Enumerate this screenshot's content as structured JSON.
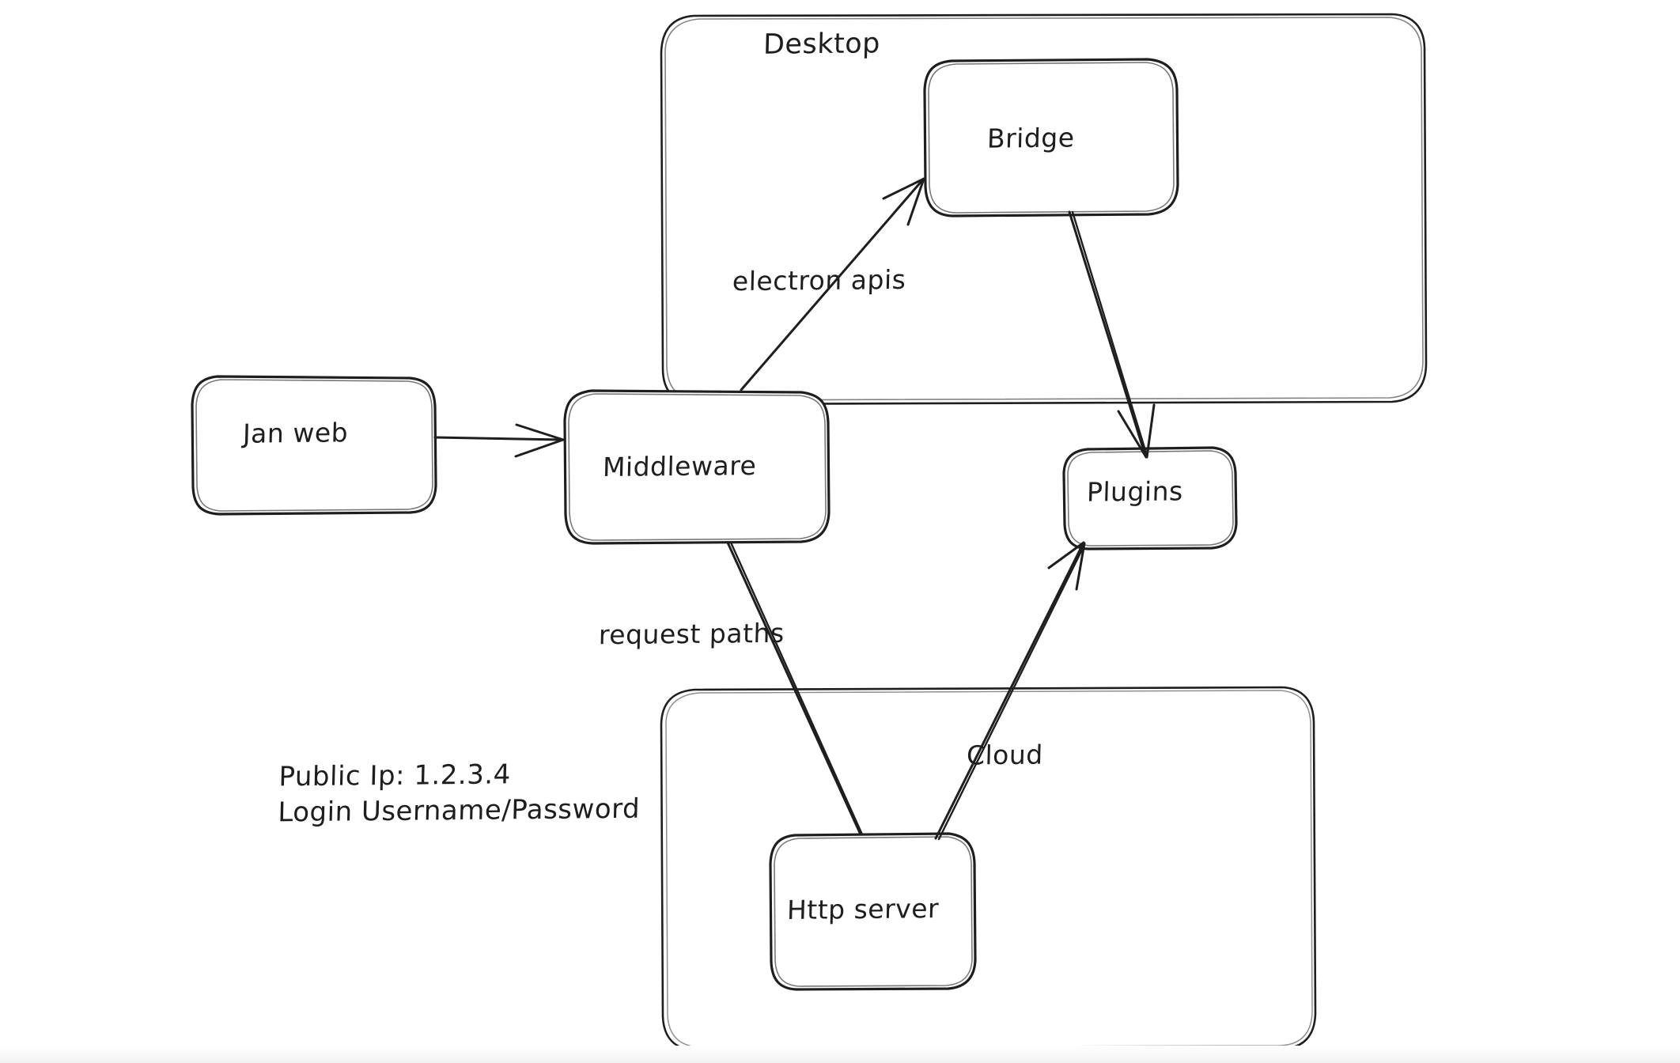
{
  "diagram": {
    "title": "Jan architecture flow",
    "background_color": "#ffffff",
    "stroke_color": "#1e1e1e",
    "groups": [
      {
        "id": "desktop",
        "label": "Desktop"
      },
      {
        "id": "cloud",
        "label": ""
      }
    ],
    "nodes": [
      {
        "id": "jan-web",
        "label": "Jan web"
      },
      {
        "id": "middleware",
        "label": "Middleware"
      },
      {
        "id": "bridge",
        "label": "Bridge"
      },
      {
        "id": "plugins",
        "label": "Plugins"
      },
      {
        "id": "http-server",
        "label": "Http server"
      }
    ],
    "edges": [
      {
        "id": "janweb-to-middleware",
        "label": "",
        "from": "jan-web",
        "to": "middleware",
        "arrow": true
      },
      {
        "id": "middleware-to-bridge",
        "label": "electron apis",
        "from": "middleware",
        "to": "bridge",
        "arrow": true
      },
      {
        "id": "bridge-to-plugins",
        "label": "",
        "from": "bridge",
        "to": "plugins",
        "arrow": true
      },
      {
        "id": "middleware-to-httpserver",
        "label": "request paths",
        "from": "middleware",
        "to": "http-server",
        "arrow": false
      },
      {
        "id": "httpserver-to-plugins",
        "label": "Cloud",
        "from": "http-server",
        "to": "plugins",
        "arrow": true
      }
    ],
    "notes": {
      "connection_info": "Public Ip: 1.2.3.4\nLogin Username/Password"
    }
  }
}
